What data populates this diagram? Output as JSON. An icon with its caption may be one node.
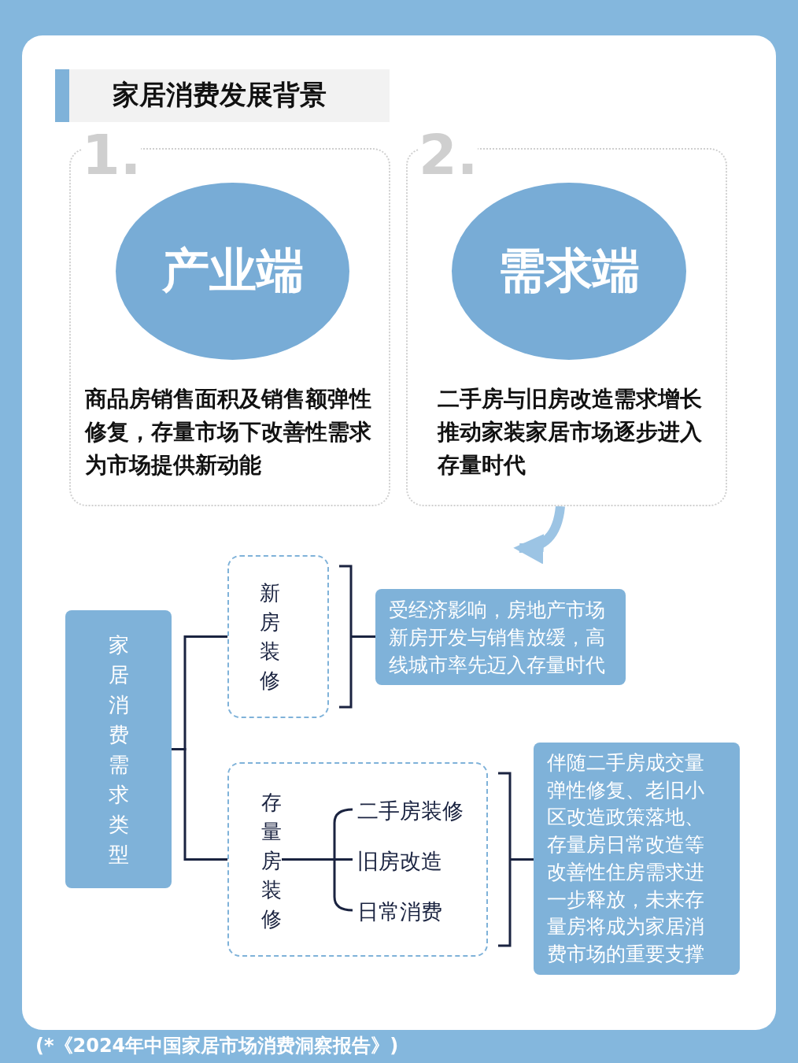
{
  "diagram": {
    "title": "家居消费发展背景",
    "nodes": [
      {
        "text": [
          "1.",
          "商品房销售面积及销售额弹性修复，存量市场下改善性需求为市场提供新动能"
        ]
      },
      {
        "text": [
          "产业端"
        ],
        "in": 0
      },
      {
        "text": [
          "2.",
          "二手房与旧房改造需求增长推动家装家居市场逐步进入存量时代"
        ]
      },
      {
        "text": [
          "需求端"
        ],
        "in": 2
      },
      {
        "text": [
          "家居消费需求类型"
        ]
      },
      {
        "text": [
          "新房装修"
        ]
      },
      {
        "text": [],
        "shape": "box"
      },
      {
        "text": [
          "存量房装修"
        ],
        "in": 6
      },
      {
        "text": [
          "二手房装修"
        ],
        "in": 6
      },
      {
        "text": [
          "旧房改造"
        ],
        "in": 6
      },
      {
        "text": [
          "日常消费"
        ],
        "in": 6
      },
      {
        "text": [
          "受经济影响，房地产市场新房开发与销售放缓，高线城市率先迈入存量时代"
        ]
      },
      {
        "text": [
          "伴随二手房成交量弹性修复、老旧小区改造政策落地、存量房日常改造等改善性住房需求进一步释放，未来存量房将成为家居消费市场的重要支撑"
        ]
      }
    ],
    "edges": [
      {
        "from": 4,
        "to": 5,
        "arrow": "none"
      },
      {
        "from": 4,
        "to": 6,
        "arrow": "none"
      },
      {
        "from": 7,
        "to": 8,
        "arrow": "none"
      },
      {
        "from": 7,
        "to": 9,
        "arrow": "none"
      },
      {
        "from": 7,
        "to": 10,
        "arrow": "none"
      },
      {
        "from": 5,
        "to": 11,
        "arrow": "none"
      },
      {
        "from": 6,
        "to": 12,
        "arrow": "none"
      },
      {
        "from": 2,
        "to": 11,
        "arrow": "to",
        "style": "thick",
        "color": "#9cc4e4"
      }
    ],
    "labels": [
      "(*《2024年中国家居市场消费洞察报告》)"
    ]
  }
}
